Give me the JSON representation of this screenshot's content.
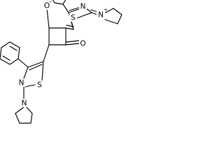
{
  "structure": {
    "atom_labels": {
      "oxide_oxygen": "O",
      "oxide_charge": "−",
      "carbonyl_oxygen": "O",
      "thiazole_upper_s": "S",
      "thiazole_upper_n": "N",
      "iminium_n": "N",
      "iminium_charge": "+",
      "thiazole_lower_s": "S",
      "thiazole_lower_n": "N",
      "pyrrolidine_lower_n": "N"
    }
  }
}
